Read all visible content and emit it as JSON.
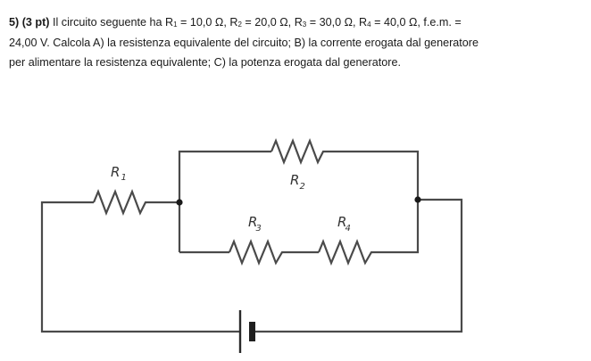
{
  "problem": {
    "number": "5)",
    "points": "(3 pt)",
    "line1_intro": "Il circuito seguente ha ",
    "r1_label": "R",
    "r1_sub": "1",
    "r1_value": " = 10,0 Ω, ",
    "r2_label": "R",
    "r2_sub": "2",
    "r2_value": " = 20,0 Ω, ",
    "r3_label": "R",
    "r3_sub": "3",
    "r3_value": " = 30,0 Ω, ",
    "r4_label": "R",
    "r4_sub": "4",
    "r4_value": " = 40,0 Ω, f.e.m. =",
    "line2": "24,00 V. Calcola A) la resistenza equivalente del circuito; B) la corrente erogata dal generatore",
    "line3": "per alimentare la resistenza  equivalente; C) la potenza erogata dal generatore."
  },
  "circuit": {
    "resistors": [
      {
        "id": "R1",
        "label": "R",
        "sub": "1",
        "value_ohm": 10.0
      },
      {
        "id": "R2",
        "label": "R",
        "sub": "2",
        "value_ohm": 20.0
      },
      {
        "id": "R3",
        "label": "R",
        "sub": "3",
        "value_ohm": 30.0
      },
      {
        "id": "R4",
        "label": "R",
        "sub": "4",
        "value_ohm": 40.0
      }
    ],
    "battery": {
      "emf_volts": 24.0
    },
    "topology": "R1 in series with (R2 parallel (R3 series R4)), powered by a battery"
  }
}
